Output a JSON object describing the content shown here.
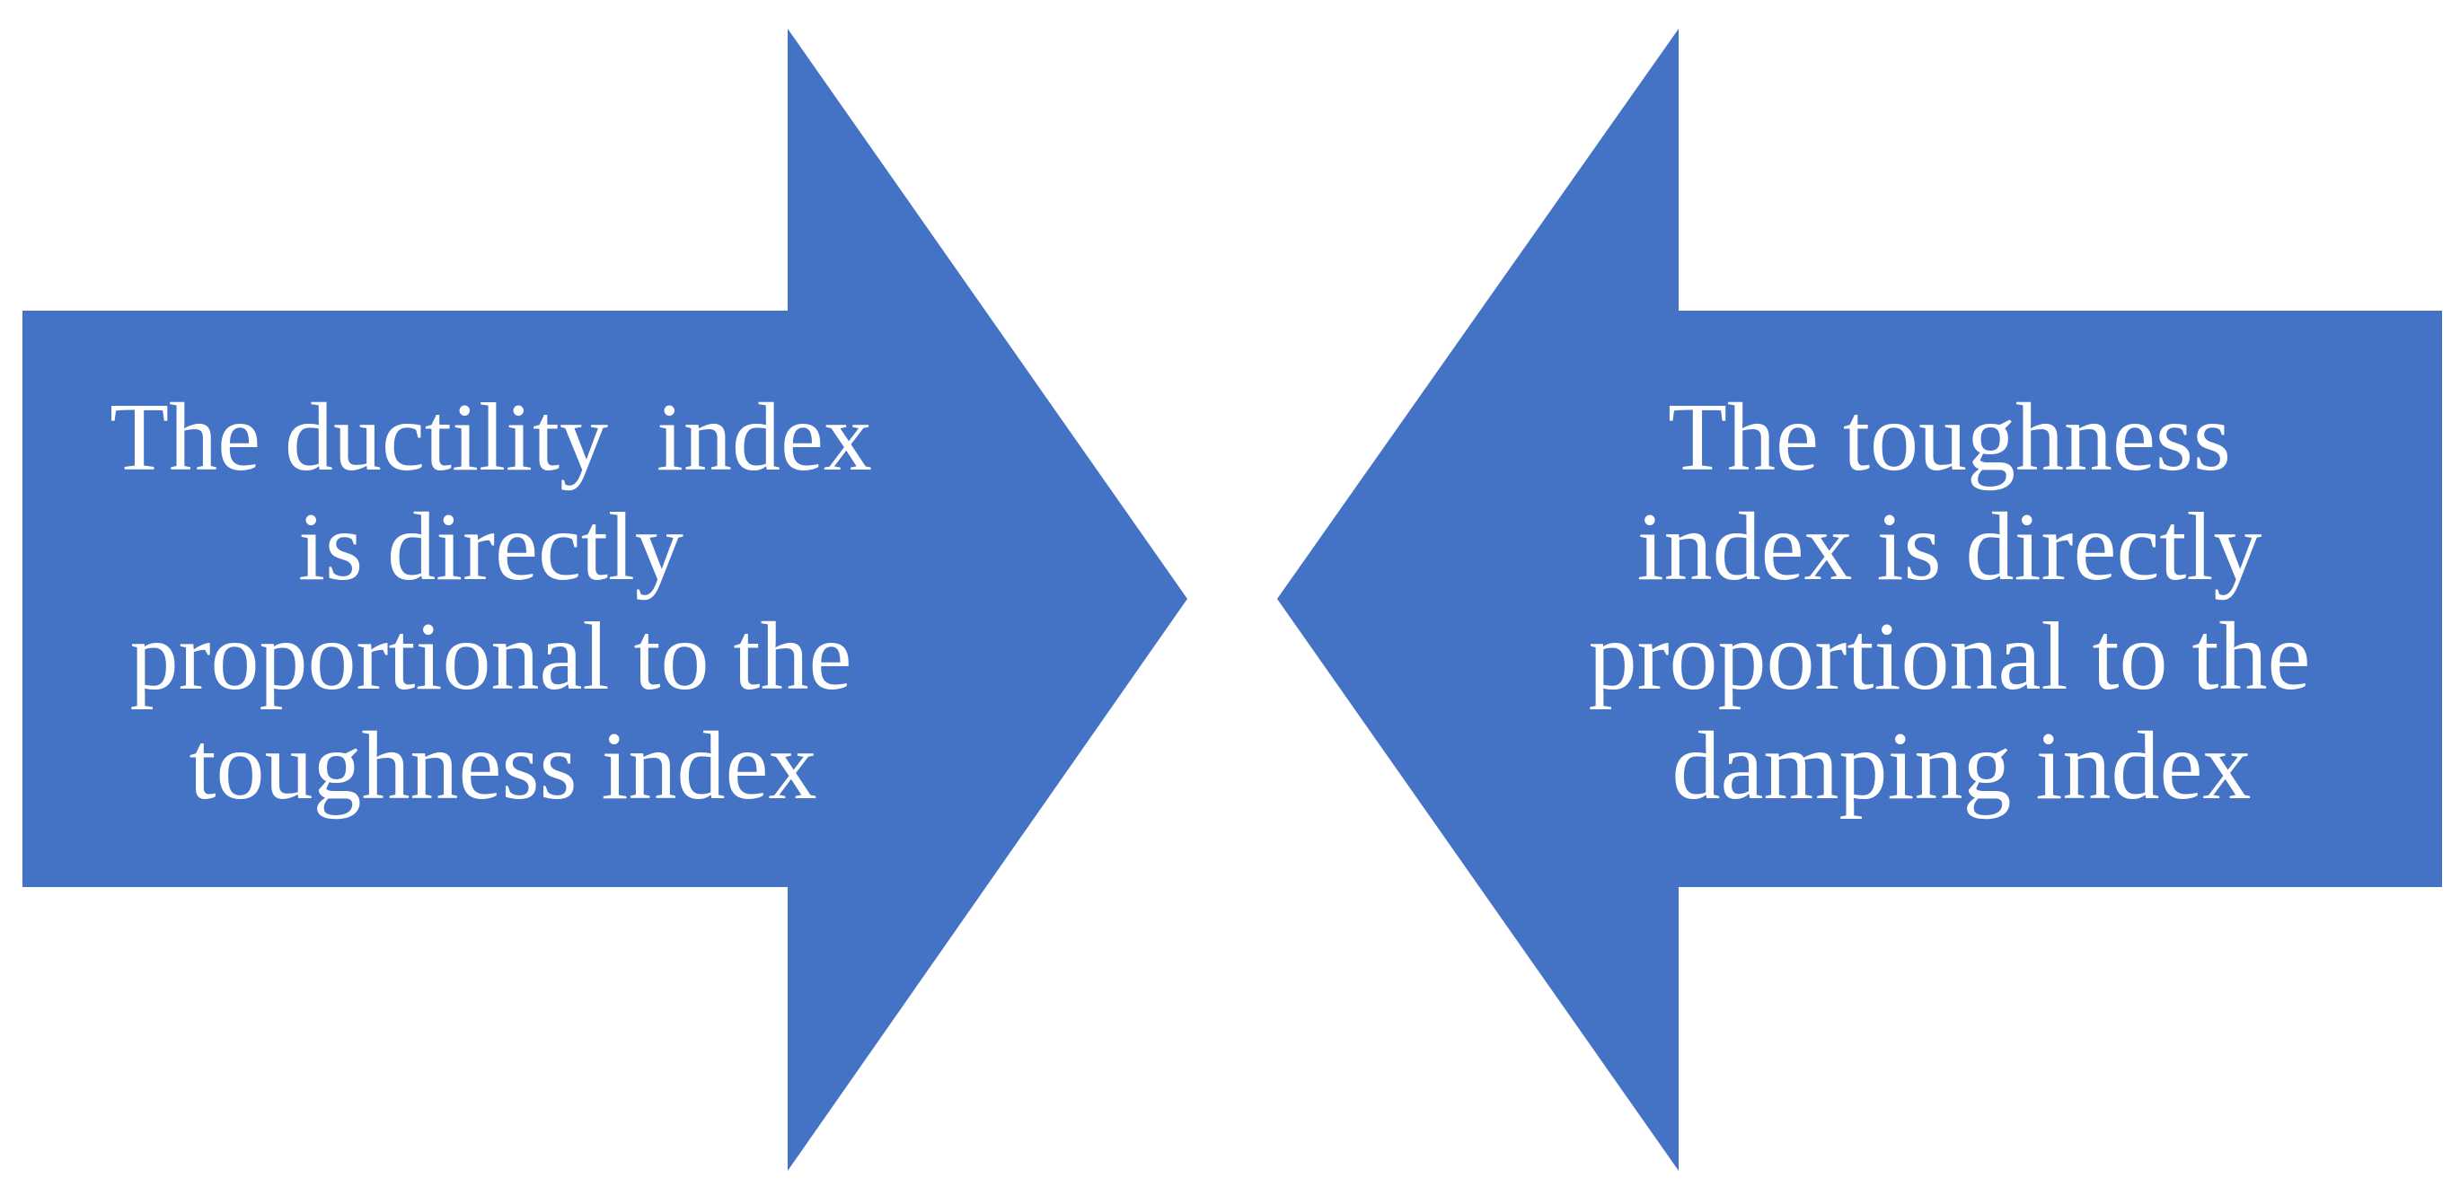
{
  "colors": {
    "arrow_fill": "#4472C4",
    "text": "#FFFFFF",
    "background": "#FFFFFF"
  },
  "left_arrow": {
    "direction": "right",
    "lines": [
      "The ductility  index",
      "is directly",
      "proportional to the",
      "toughness index"
    ]
  },
  "right_arrow": {
    "direction": "left",
    "lines": [
      "The toughness",
      "index is directly",
      "proportional to the",
      "damping index"
    ]
  }
}
